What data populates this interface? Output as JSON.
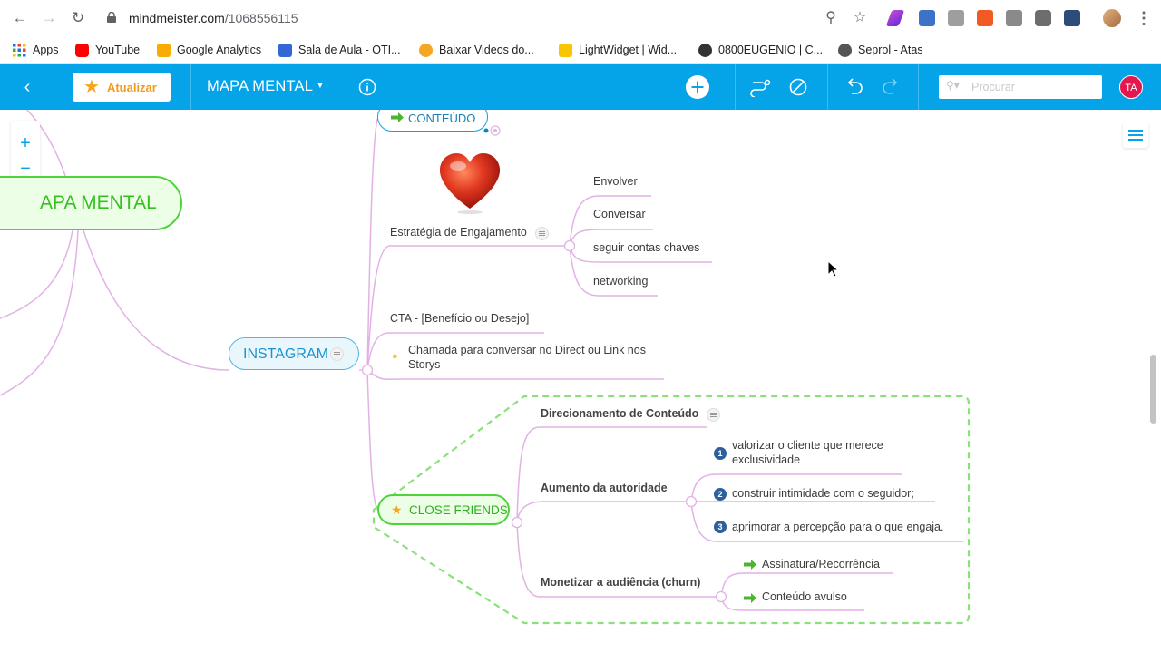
{
  "browser": {
    "url_host": "mindmeister.com",
    "url_path": "/1068556115",
    "bookmarks": [
      {
        "label": "Apps",
        "color": "#4285f4"
      },
      {
        "label": "YouTube",
        "color": "#ff0000"
      },
      {
        "label": "Google Analytics",
        "color": "#f9ab00"
      },
      {
        "label": "Sala de Aula - OTI...",
        "color": "#3367d6"
      },
      {
        "label": "Baixar Videos do...",
        "color": "#f5a623"
      },
      {
        "label": "LightWidget | Wid...",
        "color": "#f7c600"
      },
      {
        "label": "0800EUGENIO | C...",
        "color": "#333333"
      },
      {
        "label": "Seprol - Atas",
        "color": "#555555"
      }
    ]
  },
  "toolbar": {
    "upgrade_label": "Atualizar",
    "map_title": "MAPA MENTAL",
    "search_placeholder": "Procurar",
    "avatar_initials": "TA",
    "accent_color": "#05a3e8"
  },
  "map": {
    "root": "APA MENTAL",
    "conteudo": "CONTEÚDO",
    "engajamento": {
      "title": "Estratégia de Engajamento",
      "items": [
        "Envolver",
        "Conversar",
        "seguir contas chaves",
        "networking"
      ]
    },
    "instagram": "INSTAGRAM",
    "cta": "CTA - [Benefício ou Desejo]",
    "chamada_line1": "Chamada para conversar no Direct ou Link nos",
    "chamada_line2": "Storys",
    "close_friends": {
      "title": "CLOSE FRIENDS",
      "direcionamento": "Direcionamento de Conteúdo",
      "autoridade": {
        "title": "Aumento da autoridade",
        "items": [
          {
            "num": "1",
            "line1": "valorizar o cliente que merece",
            "line2": "exclusividade"
          },
          {
            "num": "2",
            "line1": "construir intimidade com o seguidor;",
            "line2": ""
          },
          {
            "num": "3",
            "line1": "aprimorar a percepção para o que engaja.",
            "line2": ""
          }
        ]
      },
      "monetizar": {
        "title": "Monetizar a audiência (churn)",
        "items": [
          "Assinatura/Recorrência",
          "Conteúdo avulso"
        ]
      }
    }
  }
}
